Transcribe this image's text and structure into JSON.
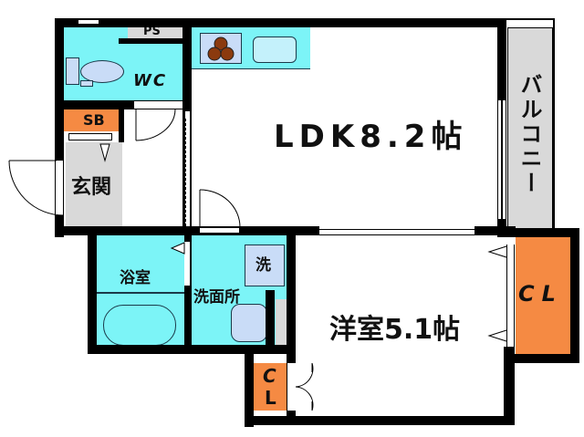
{
  "floor_plan": {
    "layout_type": "1LDK",
    "colors": {
      "wall": "#000000",
      "wet_area": "#7cf4f7",
      "storage": "#f58a43",
      "entrance_balcony": "#d9d9d9",
      "room": "#ffffff"
    },
    "rooms": {
      "ldk": {
        "label": "LDK8.2帖",
        "name": "LDK",
        "size": "8.2帖"
      },
      "western_room": {
        "label": "洋室5.1帖",
        "name": "洋室",
        "size": "5.1帖"
      },
      "wc": {
        "label": "WC"
      },
      "ps": {
        "label": "PS"
      },
      "sb": {
        "label": "SB"
      },
      "entrance": {
        "label": "玄関"
      },
      "bathroom": {
        "label": "浴室"
      },
      "washroom": {
        "label": "洗面所"
      },
      "washer": {
        "label": "洗"
      },
      "balcony": {
        "label": "バルコニー"
      },
      "closet_large": {
        "label": "CL"
      },
      "closet_small": {
        "label_top": "C",
        "label_bottom": "L"
      }
    }
  }
}
